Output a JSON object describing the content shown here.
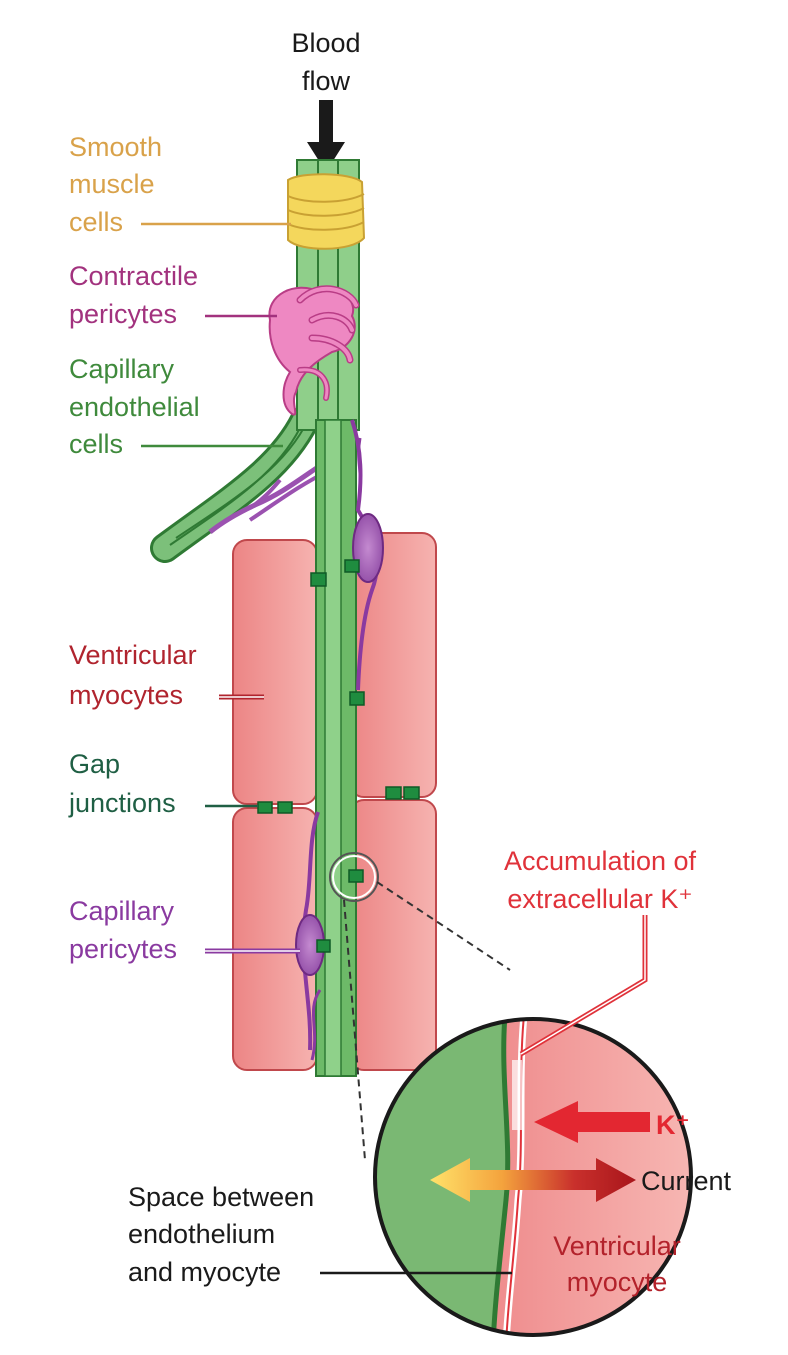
{
  "blood_flow": {
    "line1": "Blood",
    "line2": "flow"
  },
  "labels": {
    "smooth_muscle": {
      "lines": [
        "Smooth",
        "muscle",
        "cells"
      ],
      "color": "#d9a24a"
    },
    "contractile_pericytes": {
      "lines": [
        "Contractile",
        "pericytes"
      ],
      "color": "#a2327e"
    },
    "capillary_endothelial": {
      "lines": [
        "Capillary",
        "endothelial",
        "cells"
      ],
      "color": "#3f8a3c"
    },
    "ventricular_myocytes": {
      "lines": [
        "Ventricular",
        "myocytes"
      ],
      "color": "#b0242e"
    },
    "gap_junctions": {
      "lines": [
        "Gap",
        "junctions"
      ],
      "color": "#1f5f44"
    },
    "capillary_pericytes": {
      "lines": [
        "Capillary",
        "pericytes"
      ],
      "color": "#8a3aa0"
    },
    "accumulation": {
      "lines": [
        "Accumulation of",
        "extracellular K⁺"
      ],
      "color": "#e0323a"
    },
    "space_between": {
      "lines": [
        "Space between",
        "endothelium",
        "and myocyte"
      ],
      "color": "#1a1a1a"
    }
  },
  "inset": {
    "k_label": "K⁺",
    "current_label": "Current",
    "myocyte_lines": [
      "Ventricular",
      "myocyte"
    ],
    "k_color": "#e32731",
    "myocyte_color": "#b3222b"
  },
  "colors": {
    "endothelium": "#5fae5f",
    "endothelium_dark": "#2f7a34",
    "myocyte": "#ef8f8f",
    "myocyte_edge": "#c0484c",
    "pericyte_pink": "#e66fb0",
    "pericyte_purple": "#9b52b0",
    "smooth_muscle": "#f3d35a",
    "gap_junction": "#1f8c3f"
  }
}
